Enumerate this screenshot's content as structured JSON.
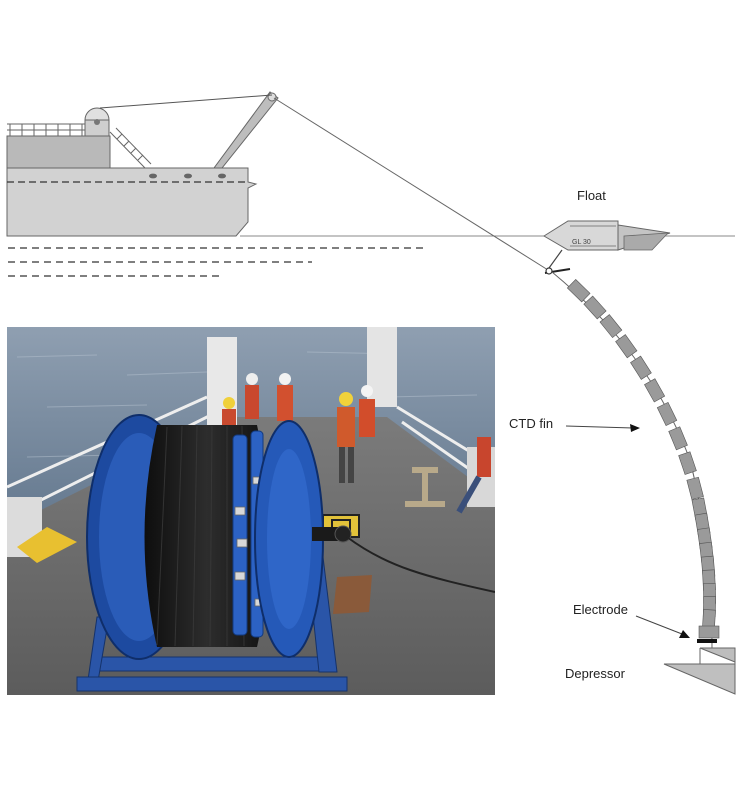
{
  "labels": {
    "float": "Float",
    "ctd_fin": "CTD fin",
    "electrode": "Electrode",
    "depressor": "Depressor"
  },
  "float_marking": "GL 30",
  "colors": {
    "line": "#555555",
    "ship_gray": "#cfcfcf",
    "fin_gray": "#9a9a9a",
    "sea_blue": "#7d8fa3",
    "reel_blue": "#1f4fa8",
    "deck_gray": "#6f6f6f"
  },
  "fin_count": 20
}
